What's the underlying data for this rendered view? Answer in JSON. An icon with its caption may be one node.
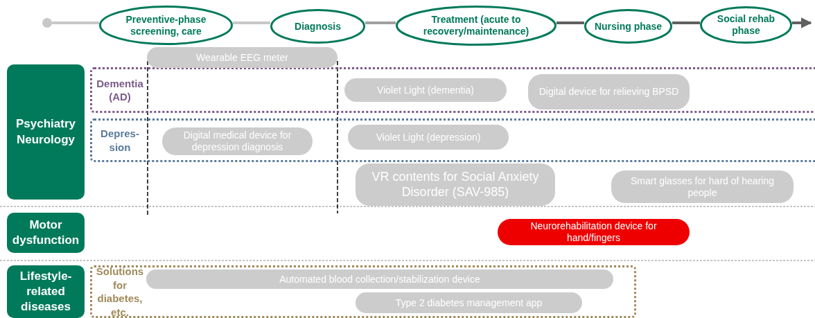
{
  "diagram": {
    "nodes": [
      {
        "text": [],
        "shape": "circle"
      },
      {
        "text": [
          "Preventive-phase screening, care"
        ]
      },
      {
        "text": [
          "Diagnosis"
        ]
      },
      {
        "text": [
          "Treatment (acute to recovery/maintenance)"
        ]
      },
      {
        "text": [
          "Nursing phase"
        ]
      },
      {
        "text": [
          "Social rehab phase"
        ]
      },
      {
        "text": [
          "Wearable EEG meter"
        ]
      },
      {
        "text": [
          "Psychiatry Neurology"
        ]
      },
      {
        "text": [
          "Dementia (AD)"
        ]
      },
      {
        "text": [
          "Violet Light (dementia)"
        ],
        "in": 8
      },
      {
        "text": [
          "Digital device for relieving BPSD"
        ],
        "in": 8
      },
      {
        "text": [
          "Depres- sion"
        ]
      },
      {
        "text": [
          "Digital medical device for depression diagnosis"
        ],
        "in": 11
      },
      {
        "text": [
          "Violet Light (depression)"
        ],
        "in": 11
      },
      {
        "text": [
          "VR contents for Social Anxiety Disorder (SAV-985)"
        ]
      },
      {
        "text": [
          "Smart glasses for hard of hearing people"
        ]
      },
      {
        "text": [
          "Motor dysfunction"
        ]
      },
      {
        "text": [
          "Neurorehabilitation device for hand/fingers"
        ]
      },
      {
        "text": [
          "Lifestyle-related diseases"
        ]
      },
      {
        "text": [
          "Solutions for diabetes, etc."
        ]
      },
      {
        "text": [
          "Automated blood collection/stabilization device"
        ],
        "in": 19
      },
      {
        "text": [
          "Type 2 diabetes management app"
        ],
        "in": 19
      }
    ],
    "edges": [
      {
        "from": 0,
        "to": 1,
        "arrow": "none",
        "color": "#c8c8c8"
      },
      {
        "from": 1,
        "to": 2,
        "arrow": "none",
        "color": "#c8c8c8"
      },
      {
        "from": 2,
        "to": 3,
        "arrow": "none",
        "color": "#a0a0a0"
      },
      {
        "from": 3,
        "to": 4,
        "arrow": "none"
      },
      {
        "from": 4,
        "to": 5,
        "arrow": "none"
      },
      {
        "from": 5,
        "to": null,
        "arrow": "to"
      }
    ]
  }
}
